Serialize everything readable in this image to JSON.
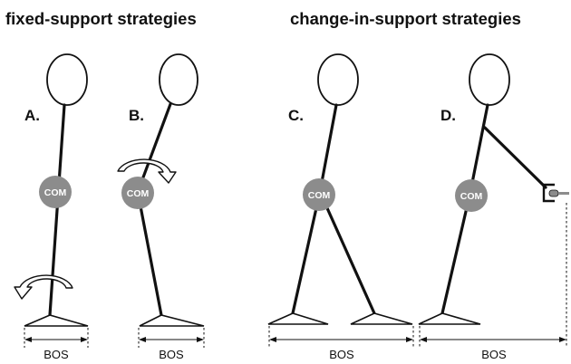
{
  "headings": {
    "fixed": "fixed-support strategies",
    "change": "change-in-support strategies"
  },
  "panels": {
    "a": {
      "label": "A.",
      "com": "COM",
      "bos": "BOS"
    },
    "b": {
      "label": "B.",
      "com": "COM",
      "bos": "BOS"
    },
    "c": {
      "label": "C.",
      "com": "COM",
      "bos": "BOS"
    },
    "d": {
      "label": "D.",
      "com": "COM",
      "bos": "BOS"
    }
  },
  "colors": {
    "com_marker": "#8c8c8c",
    "ink": "#111111"
  },
  "icons": {
    "rotation_arrow": "curved-rotation-arrow-icon",
    "grab_handle": "handrail-grab-icon"
  }
}
